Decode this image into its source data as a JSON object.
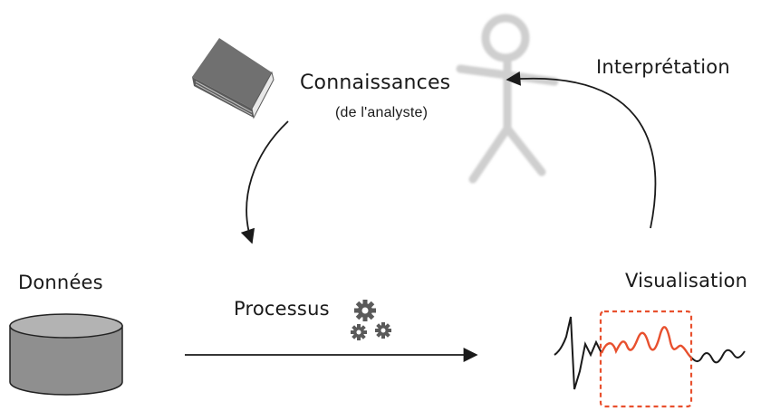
{
  "labels": {
    "knowledge": "Connaissances",
    "knowledge_sub": "(de l'analyste)",
    "interpretation": "Interprétation",
    "data": "Données",
    "process": "Processus",
    "visualization": "Visualisation"
  },
  "icons": {
    "book": "book-icon",
    "analyst": "stick-figure-icon",
    "database": "database-cylinder-icon",
    "process": "gears-icon",
    "visualization": "signal-waveform-icon"
  },
  "colors": {
    "ink": "#1a1a1a",
    "book": "#6b6b6b",
    "figure": "#cfcfcf",
    "database": "#8f8f8f",
    "gears": "#5a5a5a",
    "highlight": "#e8502e"
  }
}
